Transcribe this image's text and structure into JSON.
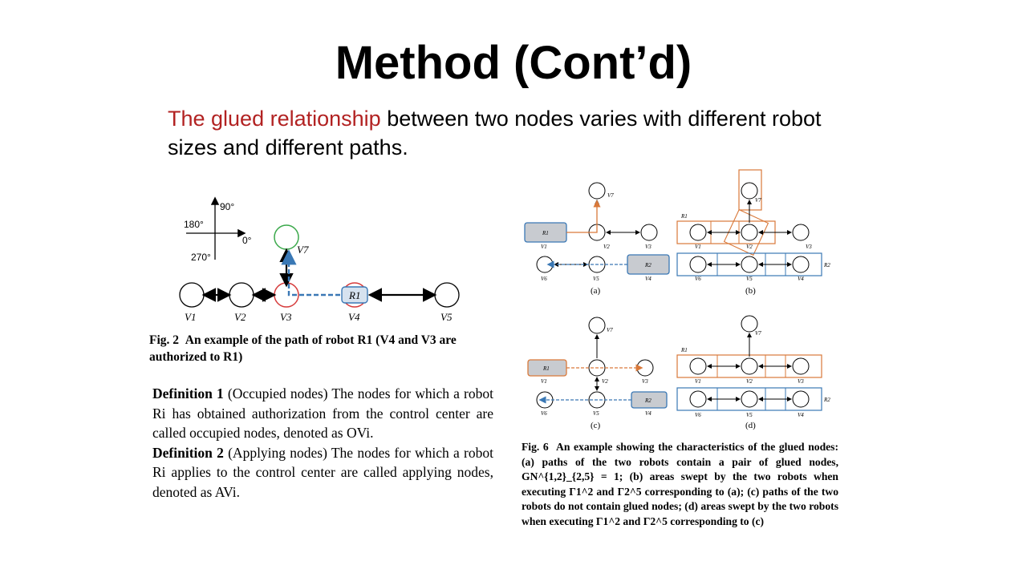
{
  "slide": {
    "title": "Method (Cont’d)",
    "intro_highlight": "The glued relationship",
    "intro_rest": " between two nodes varies with different robot sizes and different paths."
  },
  "fig2": {
    "angles": [
      "90°",
      "180°",
      "0°",
      "270°"
    ],
    "node_labels": [
      "V1",
      "V2",
      "V3",
      "V4",
      "V5",
      "V7"
    ],
    "robot_label": "R1",
    "caption_lead": "Fig. 2",
    "caption_text": "An example of the path of robot R1 (V4 and V3 are authorized to R1)"
  },
  "definitions": {
    "def1_label": "Definition 1",
    "def1_text": "(Occupied nodes) The nodes for which a robot Ri has obtained authorization from the control center are called occupied nodes, denoted as OVi.",
    "def2_label": "Definition 2",
    "def2_text": "(Applying nodes) The nodes for which a robot Ri applies to the control center are called applying nodes, denoted as AVi."
  },
  "fig6": {
    "panel_labels": [
      "(a)",
      "(b)",
      "(c)",
      "(d)"
    ],
    "robot_labels": [
      "R1",
      "R2"
    ],
    "node_labels": [
      "V1",
      "V2",
      "V3",
      "V4",
      "V5",
      "V6",
      "V7"
    ],
    "caption_lead": "Fig. 6",
    "caption_text": "An example showing the characteristics of the glued nodes: (a) paths of the two robots contain a pair of glued nodes, GN^{1,2}_{2,5} = 1; (b) areas swept by the two robots when executing Γ1^2 and Γ2^5 corresponding to (a); (c) paths of the two robots do not contain glued nodes; (d) areas swept by the two robots when executing Γ1^2 and Γ2^5 corresponding to (c)"
  },
  "colors": {
    "accent_red": "#b22222",
    "robot_blue": "#3a78b5",
    "robot_orange": "#d9793a",
    "node_green": "#3aa84a",
    "node_red": "#d63b3b"
  }
}
